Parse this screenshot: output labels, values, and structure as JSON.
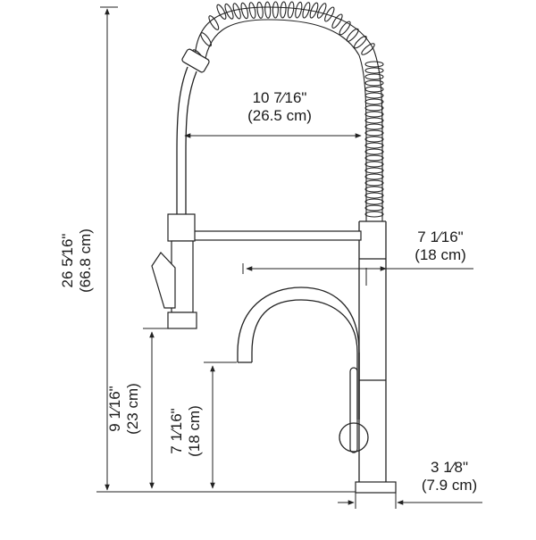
{
  "dimensions": {
    "overall_height": {
      "line1": "26 5⁄16\"",
      "line2": "(66.8 cm)"
    },
    "hose_reach": {
      "line1": "10 7⁄16\"",
      "line2": "(26.5 cm)"
    },
    "spout_depth": {
      "line1": "7 1⁄16\"",
      "line2": "(18 cm)"
    },
    "sprayer_height": {
      "line1": "9 1⁄16\"",
      "line2": "(23 cm)"
    },
    "spout_height": {
      "line1": "7 1⁄16\"",
      "line2": "(18 cm)"
    },
    "base_width": {
      "line1": "3 1⁄8\"",
      "line2": "(7.9 cm)"
    }
  }
}
